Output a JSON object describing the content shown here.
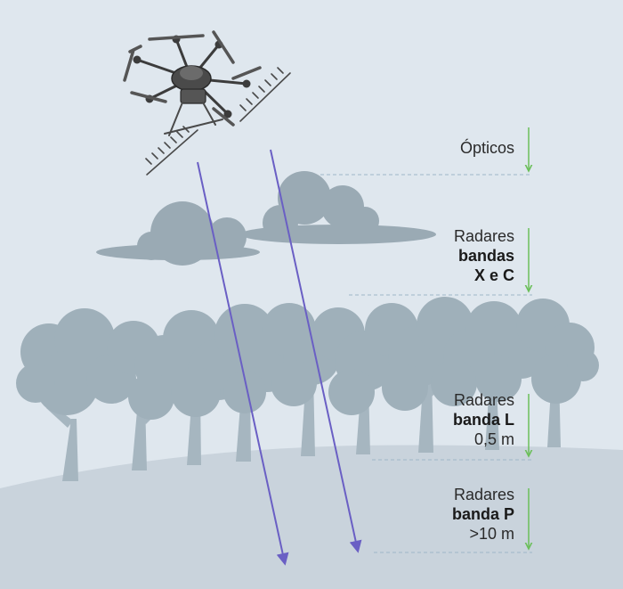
{
  "bands": [
    {
      "lines": [
        {
          "text": "Ópticos",
          "bold": false
        }
      ]
    },
    {
      "lines": [
        {
          "text": "Radares",
          "bold": false
        },
        {
          "text": "bandas",
          "bold": true
        },
        {
          "text": "X e C",
          "bold": true
        }
      ]
    },
    {
      "lines": [
        {
          "text": "Radares",
          "bold": false
        },
        {
          "text": "banda L",
          "bold": true
        },
        {
          "text": "0,5 m",
          "bold": false
        }
      ]
    },
    {
      "lines": [
        {
          "text": "Radares",
          "bold": false
        },
        {
          "text": "banda P",
          "bold": true
        },
        {
          "text": ">10 m",
          "bold": false
        }
      ]
    }
  ],
  "colors": {
    "sky": "#dfe7ee",
    "ground": "#c9d3dc",
    "cloud": "#9aaab4",
    "tree": "#9fb0ba",
    "signal": "#6a5fc4",
    "indicator": "#6bbf5a",
    "guide": "#9fb7c8",
    "drone": "#3c3c3c"
  },
  "icons": {
    "drone": "drone-icon",
    "cloud": "cloud-icon",
    "tree": "tree-icon",
    "arrow": "arrow-down-icon"
  }
}
